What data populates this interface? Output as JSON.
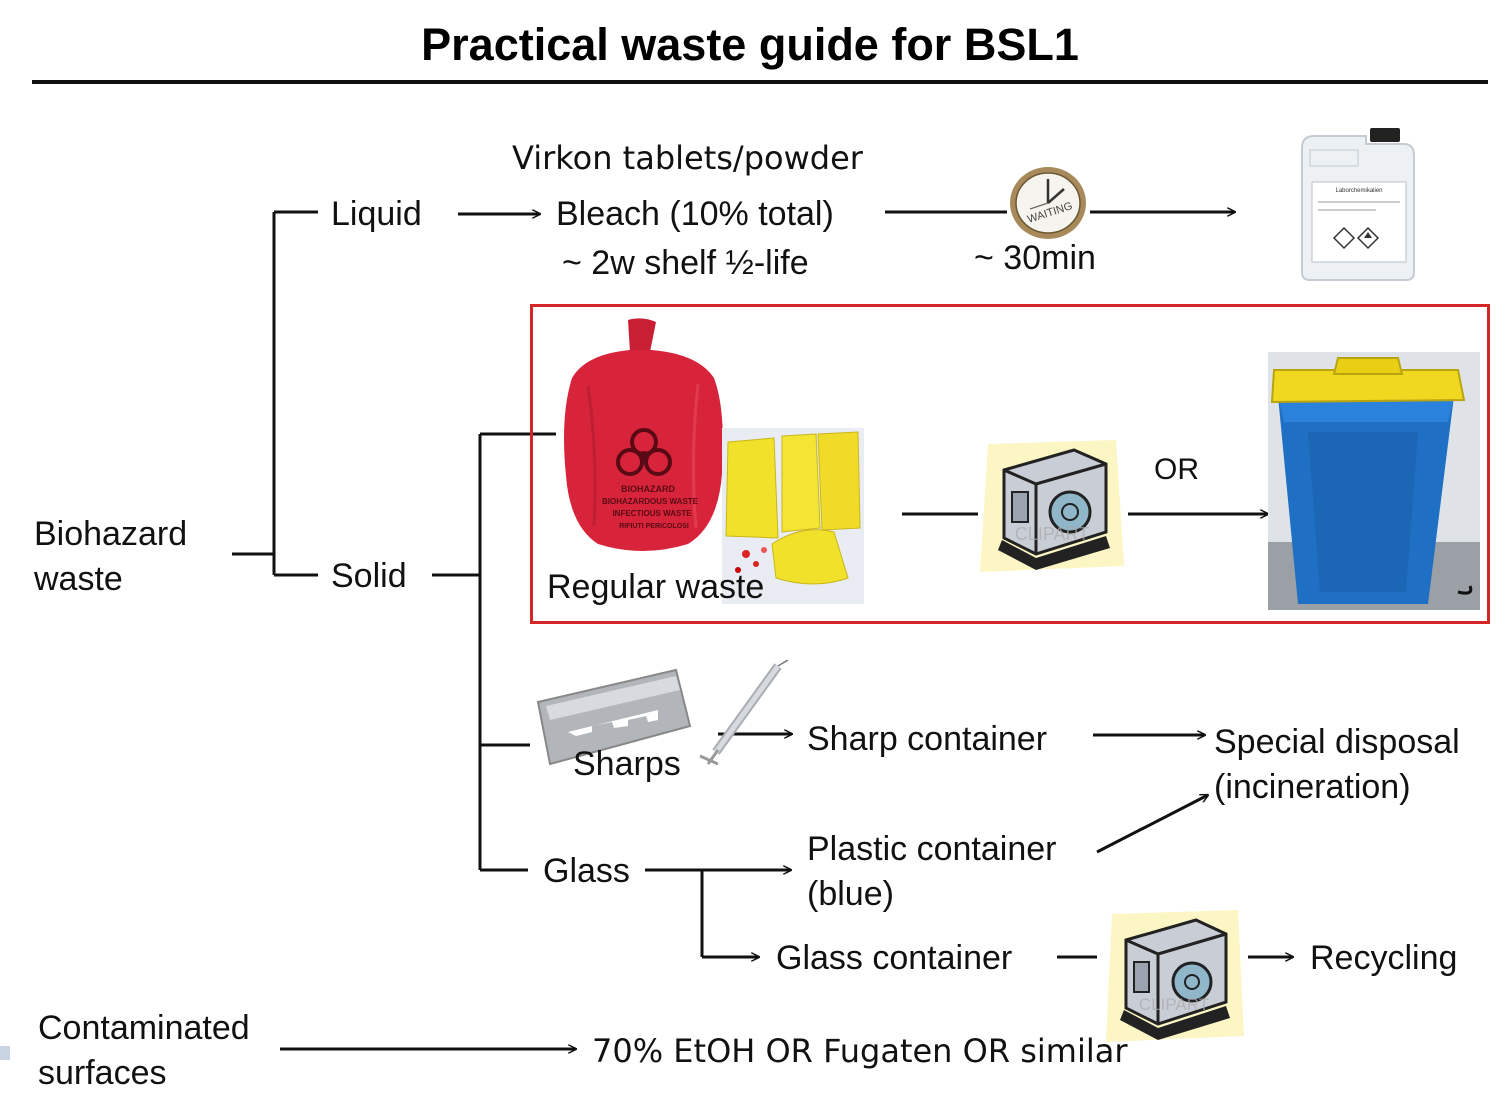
{
  "title": "Practical waste guide for BSL1",
  "nodes": {
    "biohazard_line1": "Biohazard",
    "biohazard_line2": "waste",
    "liquid": "Liquid",
    "solid": "Solid",
    "virkon": "Virkon tablets/powder",
    "bleach": "Bleach (10% total)",
    "shelf_life": "~ 2w shelf ½-life",
    "wait_time": "~ 30min",
    "regular_waste": "Regular waste",
    "or_label": "OR",
    "sharps": "Sharps",
    "sharp_container": "Sharp container",
    "special_disposal_line1": "Special disposal",
    "special_disposal_line2": "(incineration)",
    "glass": "Glass",
    "plastic_container_line1": "Plastic container",
    "plastic_container_line2": "(blue)",
    "glass_container": "Glass container",
    "recycling": "Recycling",
    "contaminated_line1": "Contaminated",
    "contaminated_line2": "surfaces",
    "surface_treatment": "70% EtOH OR Fugaten OR similar"
  },
  "illustrations": {
    "clock_text": "WAITING",
    "biobag_text": [
      "BIOHAZARD",
      "BIOHAZARDOUS WASTE",
      "INFECTIOUS WASTE",
      "RIFIUTI PERICOLOSI"
    ],
    "canister_text": "Laborchemikalien",
    "autoclave_watermark": "CLIPART"
  },
  "colors": {
    "highlight_box": "#d42626",
    "biohazard_bag": "#d8243a",
    "yellow_bag": "#f2e12a",
    "blue_bin": "#1f6fc4",
    "bin_lid": "#f0d820"
  }
}
